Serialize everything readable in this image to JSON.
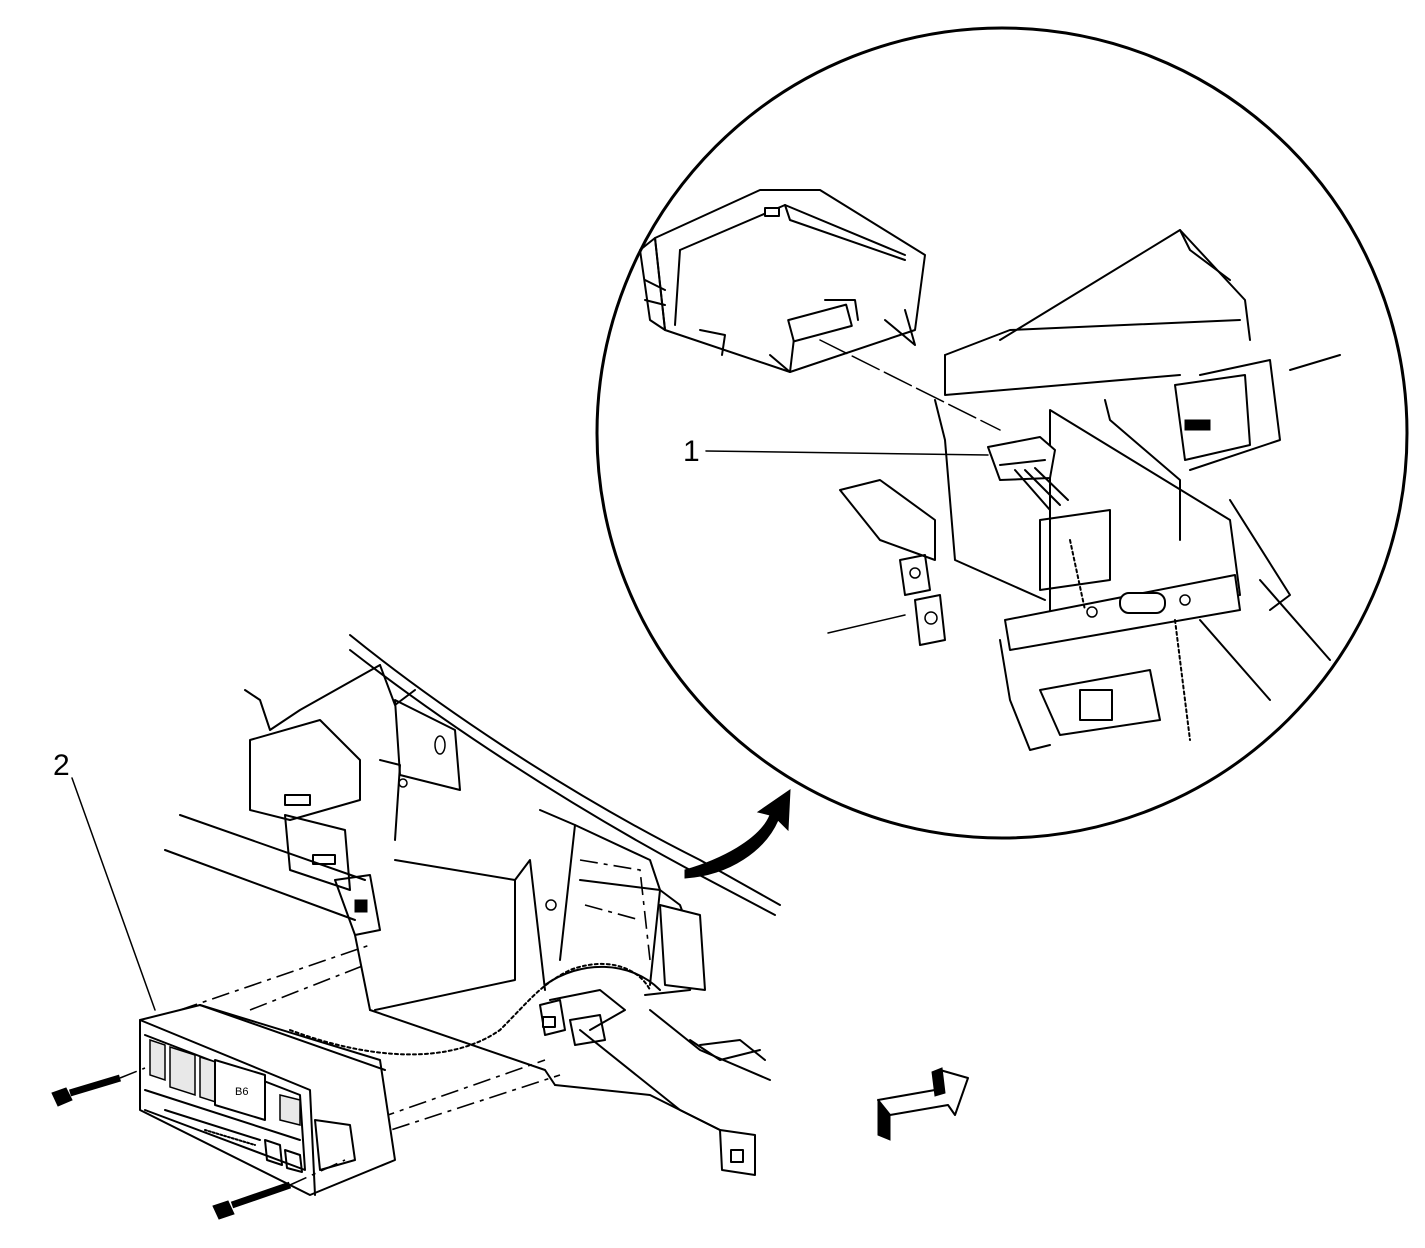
{
  "callouts": [
    {
      "id": "1",
      "label": "1",
      "target": "hvac-control-connector"
    },
    {
      "id": "2",
      "label": "2",
      "target": "hvac-control-module"
    }
  ],
  "icons": {
    "view_direction": "forward-arrow-icon",
    "detail_link": "curved-arrow-icon",
    "fastener": "screw-icon"
  },
  "colors": {
    "ink": "#000000",
    "paper": "#ffffff"
  }
}
